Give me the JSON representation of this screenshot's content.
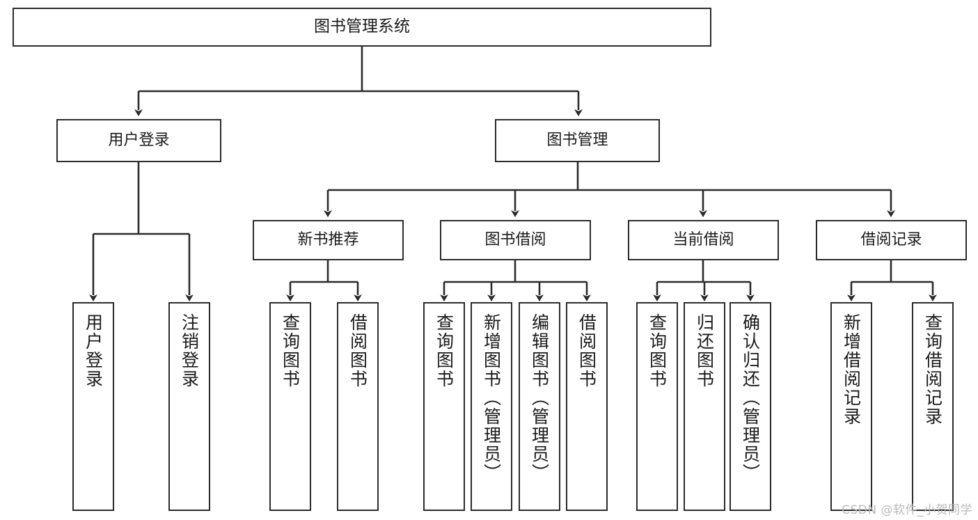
{
  "diagram": {
    "title": "图书管理系统",
    "watermark": "CSDN @软件_小贺同学",
    "stroke_color": "#2b2b2b",
    "background_color": "#ffffff",
    "text_color": "#1a1a1a",
    "watermark_color": "#b9b9b9"
  },
  "levels": {
    "root": {
      "label": "图书管理系统"
    },
    "level2": [
      {
        "label": "用户登录"
      },
      {
        "label": "图书管理"
      }
    ],
    "level3": [
      {
        "label": "新书推荐"
      },
      {
        "label": "图书借阅"
      },
      {
        "label": "当前借阅"
      },
      {
        "label": "借阅记录"
      }
    ],
    "leaves": {
      "user_login": [
        {
          "label": "用户登录"
        },
        {
          "label": "注销登录"
        }
      ],
      "new_book": [
        {
          "label": "查询图书"
        },
        {
          "label": "借阅图书"
        }
      ],
      "book_borrow": [
        {
          "label": "查询图书"
        },
        {
          "label": "新增图书（管理员）"
        },
        {
          "label": "编辑图书（管理员）"
        },
        {
          "label": "借阅图书"
        }
      ],
      "current_borrow": [
        {
          "label": "查询图书"
        },
        {
          "label": "归还图书"
        },
        {
          "label": "确认归还（管理员）"
        }
      ],
      "borrow_record": [
        {
          "label": "新增借阅记录"
        },
        {
          "label": "查询借阅记录"
        }
      ]
    }
  },
  "chart_data": {
    "type": "diagram",
    "title": "图书管理系统",
    "layout": "top-down tree / hierarchy chart",
    "nodes": [
      {
        "id": "root",
        "label": "图书管理系统",
        "level": 0
      },
      {
        "id": "n_user_login",
        "label": "用户登录",
        "level": 1,
        "parent": "root"
      },
      {
        "id": "n_book_mgmt",
        "label": "图书管理",
        "level": 1,
        "parent": "root"
      },
      {
        "id": "n_new_book",
        "label": "新书推荐",
        "level": 2,
        "parent": "n_book_mgmt"
      },
      {
        "id": "n_book_borrow",
        "label": "图书借阅",
        "level": 2,
        "parent": "n_book_mgmt"
      },
      {
        "id": "n_current_borrow",
        "label": "当前借阅",
        "level": 2,
        "parent": "n_book_mgmt"
      },
      {
        "id": "n_borrow_record",
        "label": "借阅记录",
        "level": 2,
        "parent": "n_book_mgmt"
      },
      {
        "id": "l1",
        "label": "用户登录",
        "level": 3,
        "parent": "n_user_login"
      },
      {
        "id": "l2",
        "label": "注销登录",
        "level": 3,
        "parent": "n_user_login"
      },
      {
        "id": "l3",
        "label": "查询图书",
        "level": 3,
        "parent": "n_new_book"
      },
      {
        "id": "l4",
        "label": "借阅图书",
        "level": 3,
        "parent": "n_new_book"
      },
      {
        "id": "l5",
        "label": "查询图书",
        "level": 3,
        "parent": "n_book_borrow"
      },
      {
        "id": "l6",
        "label": "新增图书（管理员）",
        "level": 3,
        "parent": "n_book_borrow"
      },
      {
        "id": "l7",
        "label": "编辑图书（管理员）",
        "level": 3,
        "parent": "n_book_borrow"
      },
      {
        "id": "l8",
        "label": "借阅图书",
        "level": 3,
        "parent": "n_book_borrow"
      },
      {
        "id": "l9",
        "label": "查询图书",
        "level": 3,
        "parent": "n_current_borrow"
      },
      {
        "id": "l10",
        "label": "归还图书",
        "level": 3,
        "parent": "n_current_borrow"
      },
      {
        "id": "l11",
        "label": "确认归还（管理员）",
        "level": 3,
        "parent": "n_current_borrow"
      },
      {
        "id": "l12",
        "label": "新增借阅记录",
        "level": 3,
        "parent": "n_borrow_record"
      },
      {
        "id": "l13",
        "label": "查询借阅记录",
        "level": 3,
        "parent": "n_borrow_record"
      }
    ],
    "edges": [
      {
        "from": "root",
        "to": "n_user_login"
      },
      {
        "from": "root",
        "to": "n_book_mgmt"
      },
      {
        "from": "n_book_mgmt",
        "to": "n_new_book"
      },
      {
        "from": "n_book_mgmt",
        "to": "n_book_borrow"
      },
      {
        "from": "n_book_mgmt",
        "to": "n_current_borrow"
      },
      {
        "from": "n_book_mgmt",
        "to": "n_borrow_record"
      },
      {
        "from": "n_user_login",
        "to": "l1"
      },
      {
        "from": "n_user_login",
        "to": "l2"
      },
      {
        "from": "n_new_book",
        "to": "l3"
      },
      {
        "from": "n_new_book",
        "to": "l4"
      },
      {
        "from": "n_book_borrow",
        "to": "l5"
      },
      {
        "from": "n_book_borrow",
        "to": "l6"
      },
      {
        "from": "n_book_borrow",
        "to": "l7"
      },
      {
        "from": "n_book_borrow",
        "to": "l8"
      },
      {
        "from": "n_current_borrow",
        "to": "l9"
      },
      {
        "from": "n_current_borrow",
        "to": "l10"
      },
      {
        "from": "n_current_borrow",
        "to": "l11"
      },
      {
        "from": "n_borrow_record",
        "to": "l12"
      },
      {
        "from": "n_borrow_record",
        "to": "l13"
      }
    ]
  }
}
